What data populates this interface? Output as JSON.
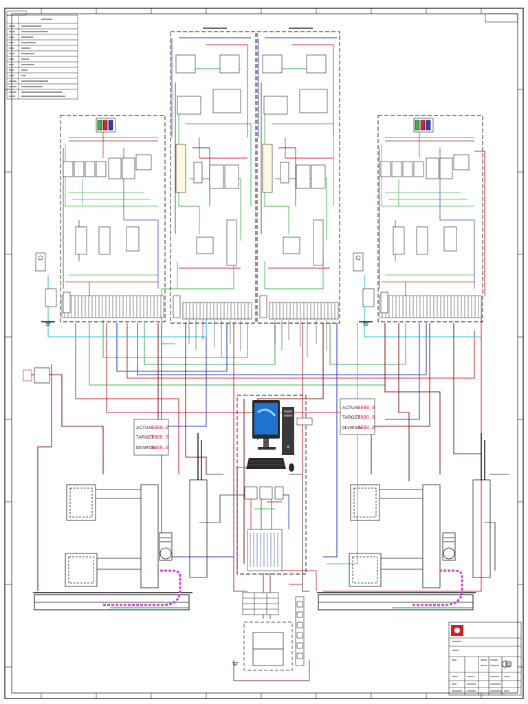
{
  "drawing": {
    "colors": {
      "red": "#e0222e",
      "green": "#39b54a",
      "blue": "#2b3bd6",
      "cyan": "#26c6da",
      "dark_red": "#8b1a1a",
      "magenta": "#d63bd6",
      "black": "#111111",
      "led": "#e8283a"
    }
  },
  "displays": {
    "left": {
      "rows": [
        {
          "label": "ACTUAL",
          "value": "8888.8"
        },
        {
          "label": "TARGET",
          "value": "8888.8"
        },
        {
          "label": "DEVIATION",
          "value": "8888.8"
        }
      ]
    },
    "right": {
      "rows": [
        {
          "label": "ACTUAL",
          "value": "8888.8"
        },
        {
          "label": "TARGET",
          "value": "8888.8"
        },
        {
          "label": "DEVIATION",
          "value": "8888.8"
        }
      ]
    }
  },
  "icons": [
    "computer-monitor-icon",
    "keyboard-icon",
    "mouse-icon",
    "pc-tower-icon",
    "company-logo-icon",
    "projection-symbol-icon",
    "motor-icon"
  ]
}
